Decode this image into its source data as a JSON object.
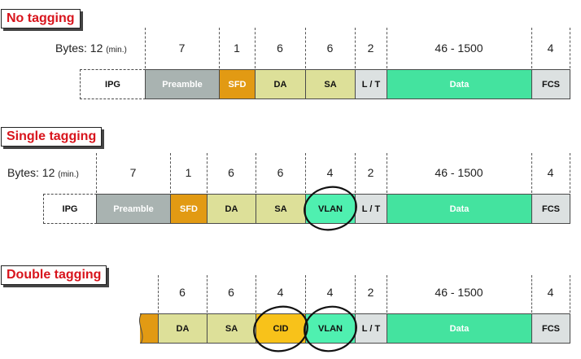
{
  "colors": {
    "title_red": "#d8141c",
    "ipg": "#ffffff",
    "preamble": "#a9b3b1",
    "sfd": "#e29a13",
    "da": "#dde099",
    "sa": "#dde099",
    "vlan": "#4ff0b0",
    "cid": "#f8c21a",
    "lt": "#dce1e1",
    "data": "#44e39f",
    "fcs": "#dce1e1"
  },
  "sections": [
    {
      "title": "No tagging",
      "bytes_label": "Bytes: 12",
      "bytes_suffix": "(min.)",
      "sizes": [
        "7",
        "1",
        "6",
        "6",
        "2",
        "46 - 1500",
        "4"
      ],
      "fields": [
        "IPG",
        "Preamble",
        "SFD",
        "DA",
        "SA",
        "L / T",
        "Data",
        "FCS"
      ]
    },
    {
      "title": "Single tagging",
      "bytes_label": "Bytes: 12",
      "bytes_suffix": "(min.)",
      "sizes": [
        "7",
        "1",
        "6",
        "6",
        "4",
        "2",
        "46 - 1500",
        "4"
      ],
      "fields": [
        "IPG",
        "Preamble",
        "SFD",
        "DA",
        "SA",
        "VLAN",
        "L / T",
        "Data",
        "FCS"
      ]
    },
    {
      "title": "Double tagging",
      "sizes": [
        "6",
        "6",
        "4",
        "4",
        "2",
        "46 - 1500",
        "4"
      ],
      "fields": [
        "DA",
        "SA",
        "CID",
        "VLAN",
        "L / T",
        "Data",
        "FCS"
      ]
    }
  ]
}
